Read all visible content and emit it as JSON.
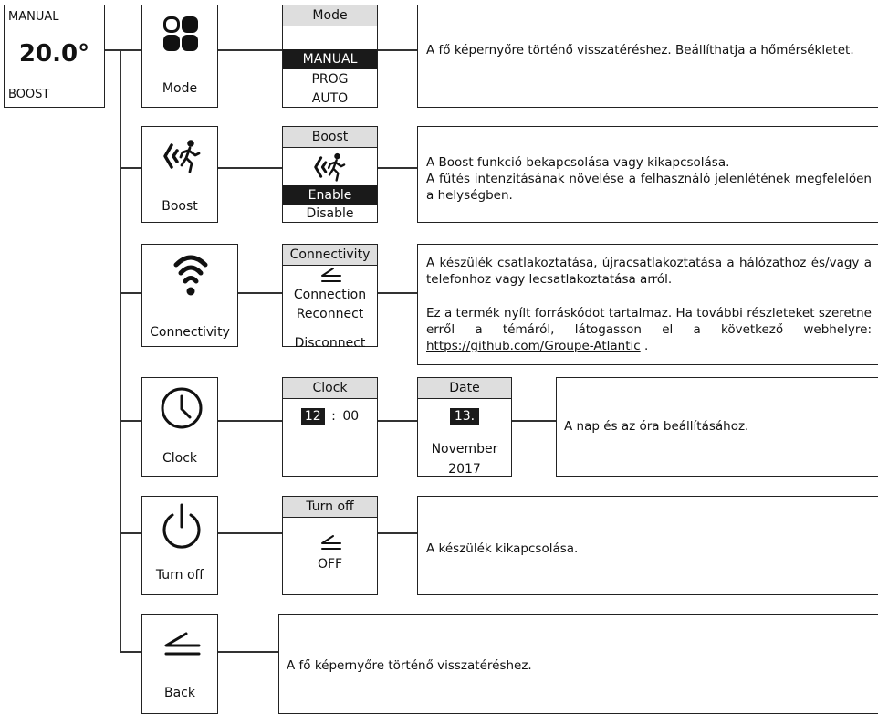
{
  "home_screen": {
    "mode": "MANUAL",
    "temperature": "20.0°",
    "boost": "BOOST"
  },
  "menus": {
    "mode": {
      "label": "Mode",
      "submenu": {
        "title": "Mode",
        "options": [
          "MANUAL",
          "PROG",
          "AUTO"
        ],
        "selected": "MANUAL"
      },
      "description": "A fő képernyőre történő visszatéréshez. Beállíthatja a hőmérsékletet."
    },
    "boost": {
      "label": "Boost",
      "submenu": {
        "title": "Boost",
        "options": [
          "Enable",
          "Disable"
        ],
        "selected": "Enable"
      },
      "description_1": "A Boost funkció bekapcsolása vagy kikapcsolása.",
      "description_2": "A fűtés intenzitásának növelése a felhasználó jelenlétének megfelelően a helységben."
    },
    "connectivity": {
      "label": "Connectivity",
      "submenu": {
        "title": "Connectivity",
        "options": [
          "Connection",
          "Reconnect",
          "Disconnect"
        ]
      },
      "description_1": "A készülék csatlakoztatása, újracsatlakoztatása a hálózathoz és/vagy a telefonhoz vagy lecsatlakoztatása arról.",
      "description_2": "Ez a termék nyílt forráskódot tartalmaz. Ha további részleteket szeretne erről a témáról, látogasson el a következő webhelyre:",
      "link": "https://github.com/Groupe-Atlantic",
      "link_suffix": " ."
    },
    "clock": {
      "label": "Clock",
      "submenu": {
        "title": "Clock",
        "hour": "12",
        "separator": ":",
        "minute": "00"
      },
      "date": {
        "title": "Date",
        "day": "13.",
        "month": "November",
        "year": "2017"
      },
      "description": "A nap és az óra beállításához."
    },
    "turn_off": {
      "label": "Turn off",
      "submenu": {
        "title": "Turn off",
        "option": "OFF"
      },
      "description": "A készülék kikapcsolása."
    },
    "back": {
      "label": "Back",
      "description": "A fő képernyőre történő visszatéréshez."
    }
  },
  "icons": {
    "mode": "four-squares-icon",
    "boost": "person-presence-icon",
    "connectivity": "wifi-icon",
    "clock": "clock-icon",
    "turn_off": "power-icon",
    "back": "back-arrow-icon"
  }
}
